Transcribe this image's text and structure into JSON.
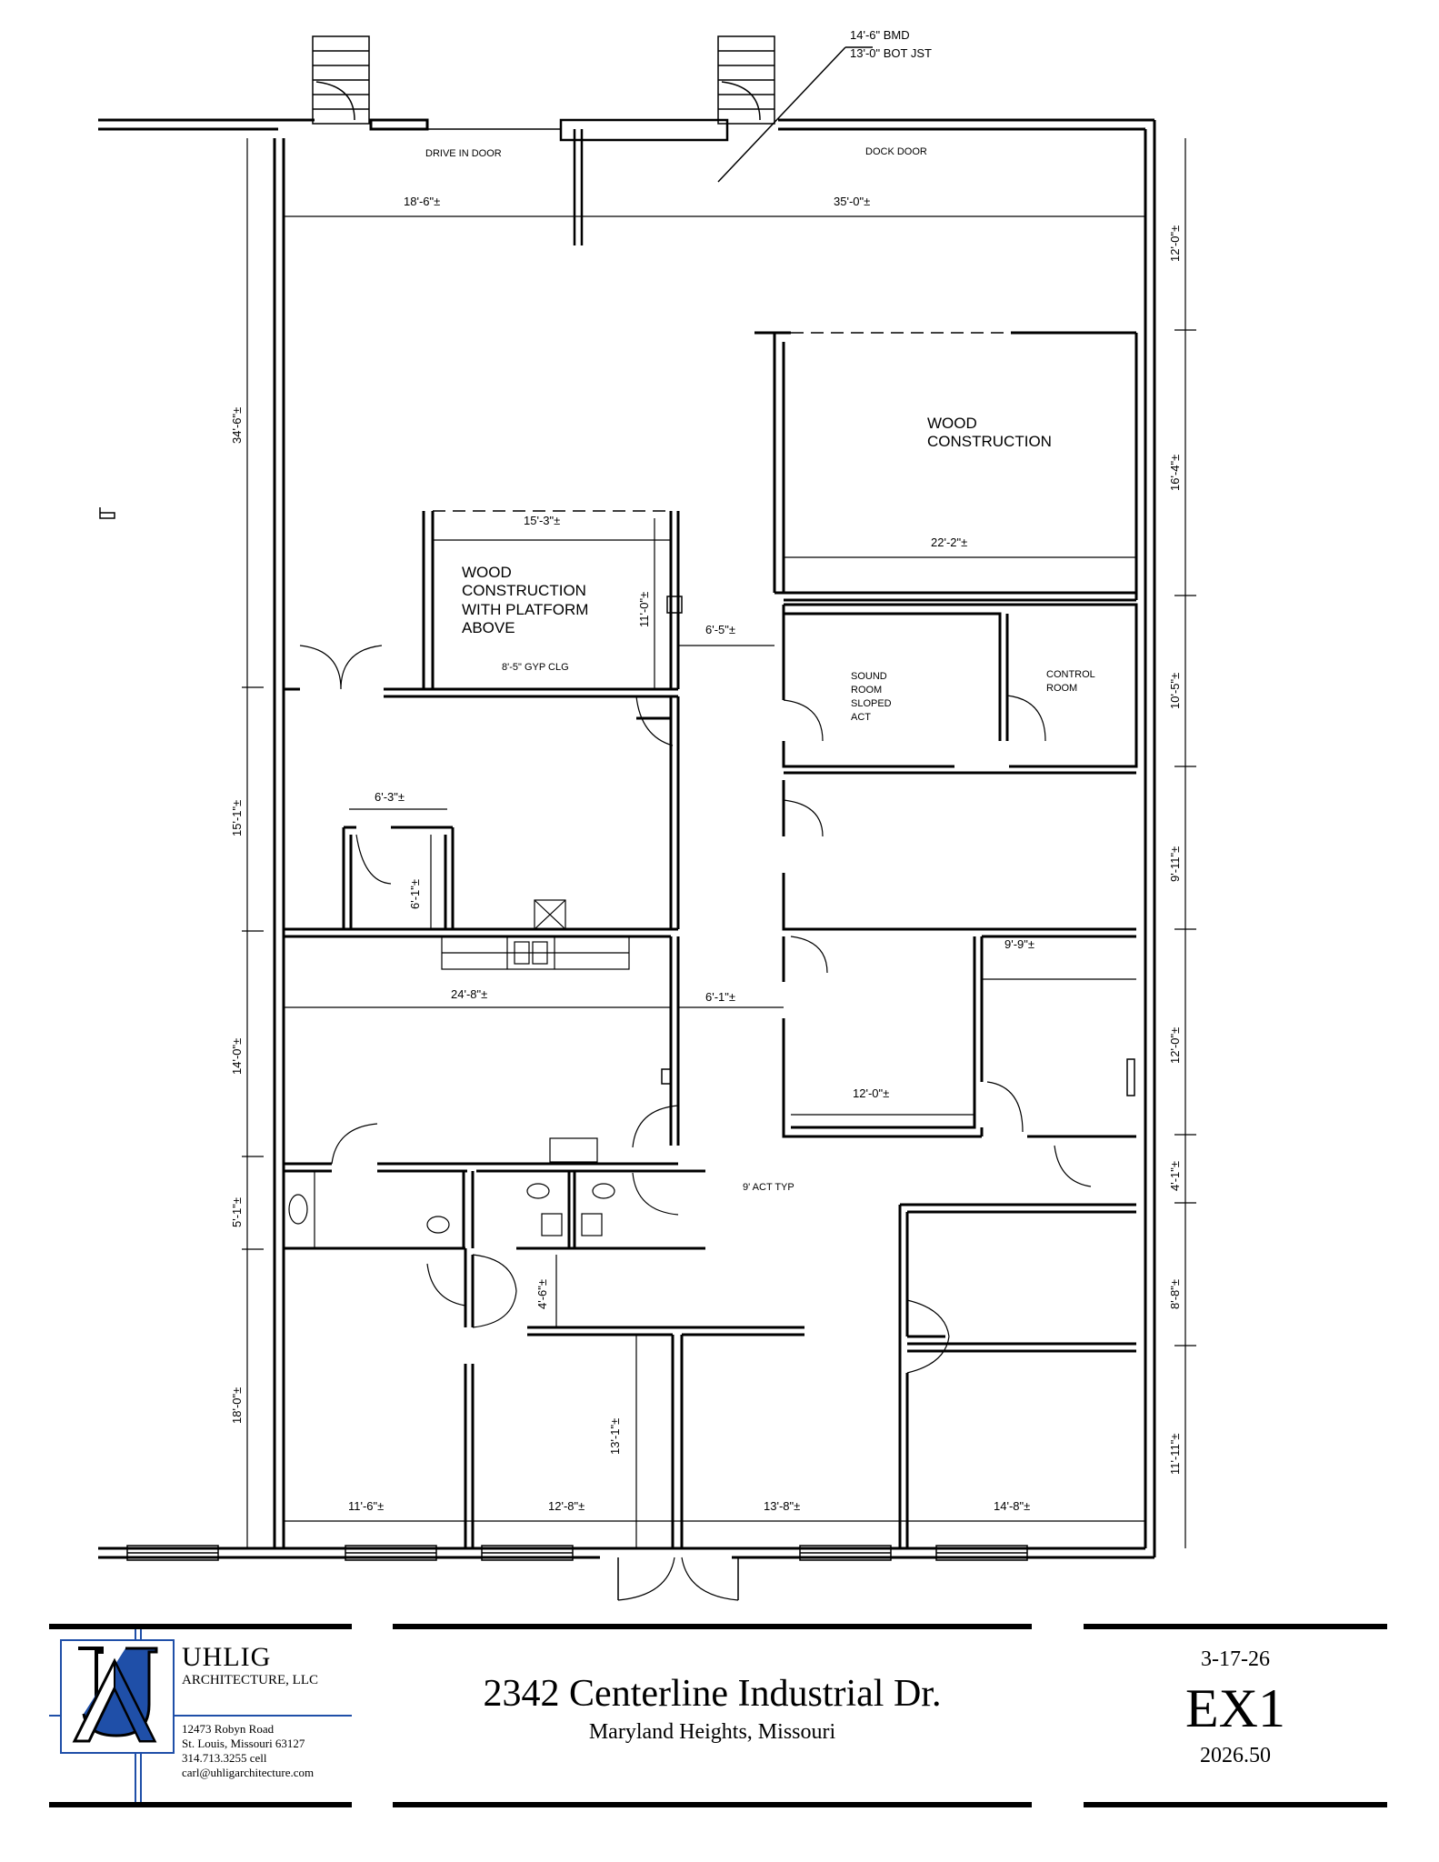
{
  "plan": {
    "annotations": {
      "beam_callout": [
        "14'-6\" BMD",
        "13'-0\" BOT JST"
      ],
      "drive_in_door": "DRIVE IN DOOR",
      "dock_door": "DOCK DOOR",
      "act_note": "9' ACT TYP",
      "gyp_clg": "8'-5\" GYP CLG"
    },
    "rooms": {
      "wood_construction_top": [
        "WOOD",
        "CONSTRUCTION"
      ],
      "wood_construction_platform": [
        "WOOD",
        "CONSTRUCTION",
        "WITH PLATFORM",
        "ABOVE"
      ],
      "sound_room": [
        "SOUND",
        "ROOM",
        "SLOPED",
        "ACT"
      ],
      "control_room": [
        "CONTROL",
        "ROOM"
      ]
    },
    "dimensions": {
      "top_left_width": "18'-6\"±",
      "top_right_width": "35'-0\"±",
      "wood_top_width": "22'-2\"±",
      "platform_width": "15'-3\"±",
      "platform_depth": "11'-0\"±",
      "corridor_upper": "6'-5\"±",
      "closet_width": "6'-3\"±",
      "closet_depth": "6'-1\"±",
      "main_room_width": "24'-8\"±",
      "corridor_mid": "6'-1\"±",
      "office_width_a": "12'-0\"±",
      "office_width_b": "9'-9\"±",
      "corridor_lower": "4'-6\"±",
      "office_depth": "13'-1\"±",
      "bottom_widths": [
        "11'-6\"±",
        "12'-8\"±",
        "13'-8\"±",
        "14'-8\"±"
      ],
      "left_heights": [
        "34'-6\"±",
        "15'-1\"±",
        "14'-0\"±",
        "5'-1\"±",
        "18'-0\"±"
      ],
      "right_heights": [
        "12'-0\"±",
        "16'-4\"±",
        "10'-5\"±",
        "9'-11\"±",
        "12'-0\"±",
        "4'-1\"±",
        "8'-8\"±",
        "11'-11\"±"
      ]
    }
  },
  "title_block": {
    "firm": {
      "name": "UHLIG",
      "subtitle": "ARCHITECTURE, LLC",
      "logo_letters": "UA",
      "address_line1": "12473 Robyn Road",
      "address_line2": "St. Louis, Missouri  63127",
      "phone": "314.713.3255 cell",
      "email": "carl@uhligarchitecture.com"
    },
    "project": {
      "address": "2342 Centerline Industrial Dr.",
      "city": "Maryland Heights, Missouri"
    },
    "sheet": {
      "date": "3-17-26",
      "number": "EX1",
      "project_number": "2026.50"
    },
    "colors": {
      "brand_blue": "#1f4fa8",
      "ink": "#000000"
    }
  }
}
